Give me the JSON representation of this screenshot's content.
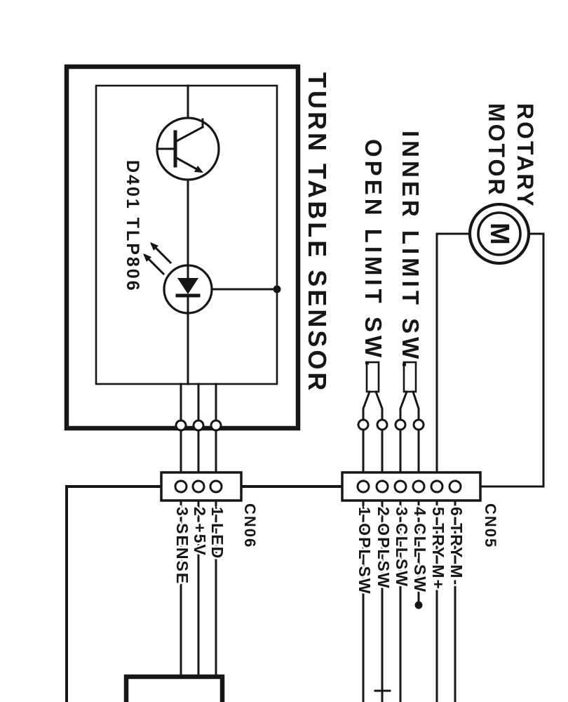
{
  "page": {
    "colors": {
      "ink": "#161616",
      "paper": "#ffffff"
    }
  },
  "sensor_block": {
    "title": "TURN TABLE SENSOR",
    "component_ref": "D401 TLP806"
  },
  "switches": {
    "open_limit": "OPEN LIMIT SW.",
    "inner_limit": "INNER LIMIT SW."
  },
  "motor": {
    "label_line1": "ROTARY",
    "label_line2": "MOTOR",
    "symbol": "M"
  },
  "connector_cn06": {
    "name": "CN06",
    "pins": [
      {
        "label": "3 SENSE"
      },
      {
        "label": "2 +5V"
      },
      {
        "label": "1 LED"
      }
    ]
  },
  "connector_cn05": {
    "name": "CN05",
    "pins": [
      {
        "label": "1 OPL SW"
      },
      {
        "label": "2 OPLSW"
      },
      {
        "label": "3 CLLSW"
      },
      {
        "label": "4 CLL SW"
      },
      {
        "label": "5 TRY M+"
      },
      {
        "label": "6 TRY M-"
      }
    ]
  }
}
